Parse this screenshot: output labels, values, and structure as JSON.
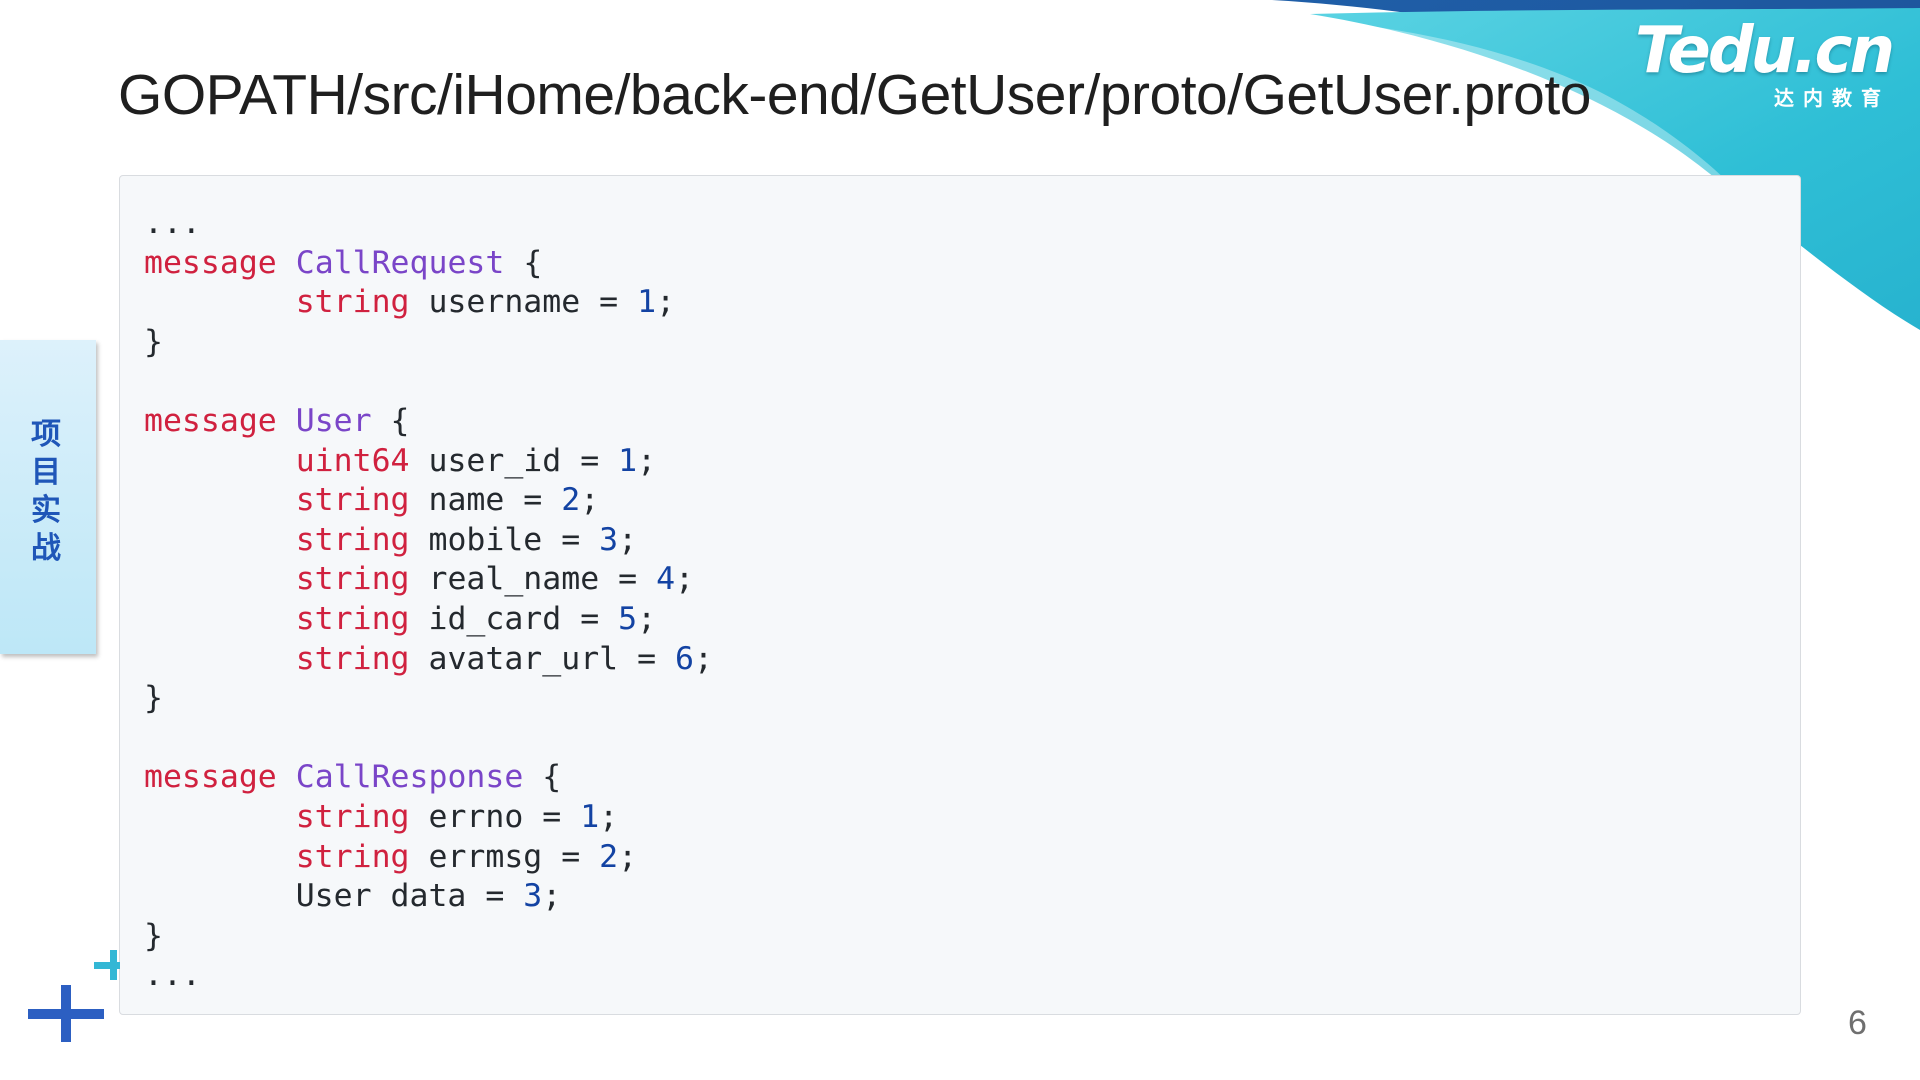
{
  "title": "GOPATH/src/iHome/back-end/GetUser/proto/GetUser.proto",
  "logo": {
    "main": "Tedu.cn",
    "sub": "达内教育"
  },
  "side_tab": {
    "label": "项目实战"
  },
  "code_lines": [
    [
      {
        "t": "..."
      }
    ],
    [
      {
        "t": "message",
        "c": "kw"
      },
      {
        "t": " "
      },
      {
        "t": "CallRequest",
        "c": "ty"
      },
      {
        "t": " {"
      }
    ],
    [
      {
        "t": "        "
      },
      {
        "t": "string",
        "c": "kw"
      },
      {
        "t": " username = "
      },
      {
        "t": "1",
        "c": "nm"
      },
      {
        "t": ";"
      }
    ],
    [
      {
        "t": "}"
      }
    ],
    [
      {
        "t": ""
      }
    ],
    [
      {
        "t": "message",
        "c": "kw"
      },
      {
        "t": " "
      },
      {
        "t": "User",
        "c": "ty"
      },
      {
        "t": " {"
      }
    ],
    [
      {
        "t": "        "
      },
      {
        "t": "uint64",
        "c": "kw"
      },
      {
        "t": " user_id = "
      },
      {
        "t": "1",
        "c": "nm"
      },
      {
        "t": ";"
      }
    ],
    [
      {
        "t": "        "
      },
      {
        "t": "string",
        "c": "kw"
      },
      {
        "t": " name = "
      },
      {
        "t": "2",
        "c": "nm"
      },
      {
        "t": ";"
      }
    ],
    [
      {
        "t": "        "
      },
      {
        "t": "string",
        "c": "kw"
      },
      {
        "t": " mobile = "
      },
      {
        "t": "3",
        "c": "nm"
      },
      {
        "t": ";"
      }
    ],
    [
      {
        "t": "        "
      },
      {
        "t": "string",
        "c": "kw"
      },
      {
        "t": " real_name = "
      },
      {
        "t": "4",
        "c": "nm"
      },
      {
        "t": ";"
      }
    ],
    [
      {
        "t": "        "
      },
      {
        "t": "string",
        "c": "kw"
      },
      {
        "t": " id_card = "
      },
      {
        "t": "5",
        "c": "nm"
      },
      {
        "t": ";"
      }
    ],
    [
      {
        "t": "        "
      },
      {
        "t": "string",
        "c": "kw"
      },
      {
        "t": " avatar_url = "
      },
      {
        "t": "6",
        "c": "nm"
      },
      {
        "t": ";"
      }
    ],
    [
      {
        "t": "}"
      }
    ],
    [
      {
        "t": ""
      }
    ],
    [
      {
        "t": "message",
        "c": "kw"
      },
      {
        "t": " "
      },
      {
        "t": "CallResponse",
        "c": "ty"
      },
      {
        "t": " {"
      }
    ],
    [
      {
        "t": "        "
      },
      {
        "t": "string",
        "c": "kw"
      },
      {
        "t": " errno = "
      },
      {
        "t": "1",
        "c": "nm"
      },
      {
        "t": ";"
      }
    ],
    [
      {
        "t": "        "
      },
      {
        "t": "string",
        "c": "kw"
      },
      {
        "t": " errmsg = "
      },
      {
        "t": "2",
        "c": "nm"
      },
      {
        "t": ";"
      }
    ],
    [
      {
        "t": "        User data = "
      },
      {
        "t": "3",
        "c": "nm"
      },
      {
        "t": ";"
      }
    ],
    [
      {
        "t": "}"
      }
    ],
    [
      {
        "t": "..."
      }
    ]
  ],
  "page_number": "6",
  "colors": {
    "keyword": "#d0213f",
    "type": "#7a45c8",
    "number": "#1343a3",
    "brand_blue": "#2c5fc2",
    "brand_cyan": "#33b7d5"
  }
}
